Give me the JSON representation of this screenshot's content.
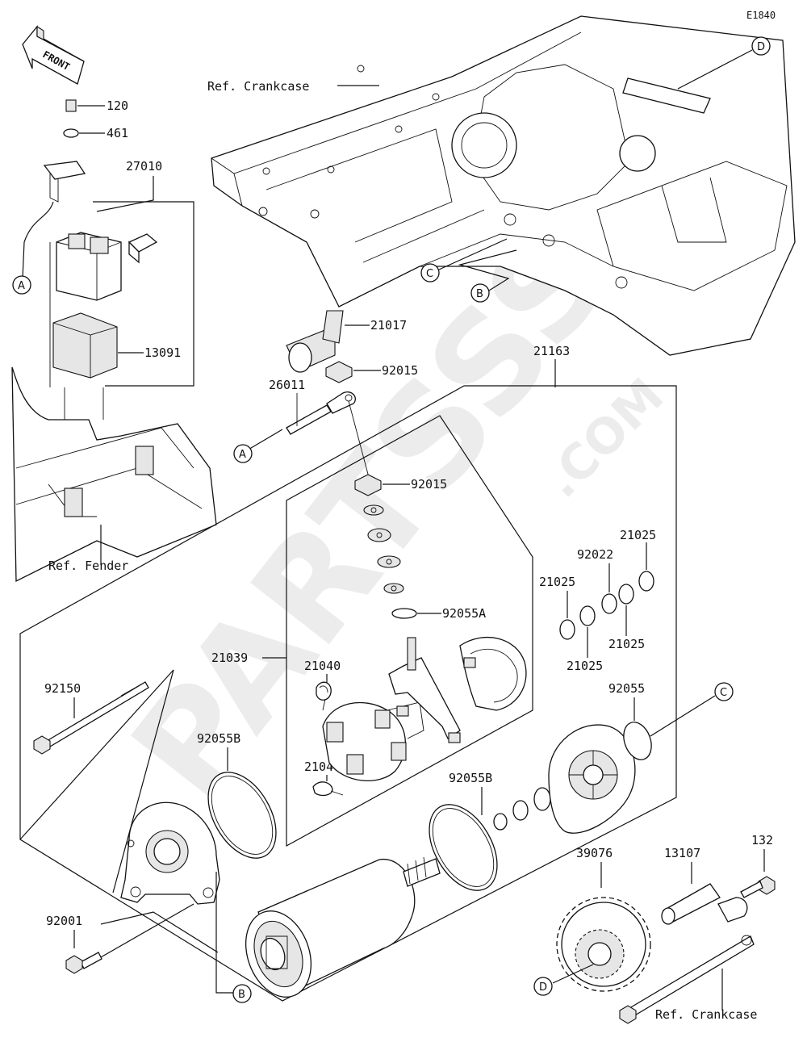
{
  "diagram_id": "E1840",
  "watermark": {
    "main": "PARTSSS",
    "suffix": ".COM"
  },
  "front_arrow": "FRONT",
  "references": {
    "crankcase_top": "Ref. Crankcase",
    "fender": "Ref. Fender",
    "crankcase_bottom": "Ref. Crankcase"
  },
  "callouts": {
    "A": "A",
    "B": "B",
    "C": "C",
    "D": "D"
  },
  "parts": {
    "p120": "120",
    "p461": "461",
    "p27010": "27010",
    "p13091": "13091",
    "p21017": "21017",
    "p92015_top": "92015",
    "p26011": "26011",
    "p21163": "21163",
    "p92015_mid": "92015",
    "p92055A": "92055A",
    "p21025_a": "21025",
    "p92022": "92022",
    "p21025_b": "21025",
    "p21025_c": "21025",
    "p21025_d": "21025",
    "p21039": "21039",
    "p21040_top": "21040",
    "p21040_bottom": "21040",
    "p92150": "92150",
    "p92055B_left": "92055B",
    "p92055B_mid": "92055B",
    "p92055": "92055",
    "p92001": "92001",
    "p39076": "39076",
    "p13107": "13107",
    "p132": "132"
  }
}
